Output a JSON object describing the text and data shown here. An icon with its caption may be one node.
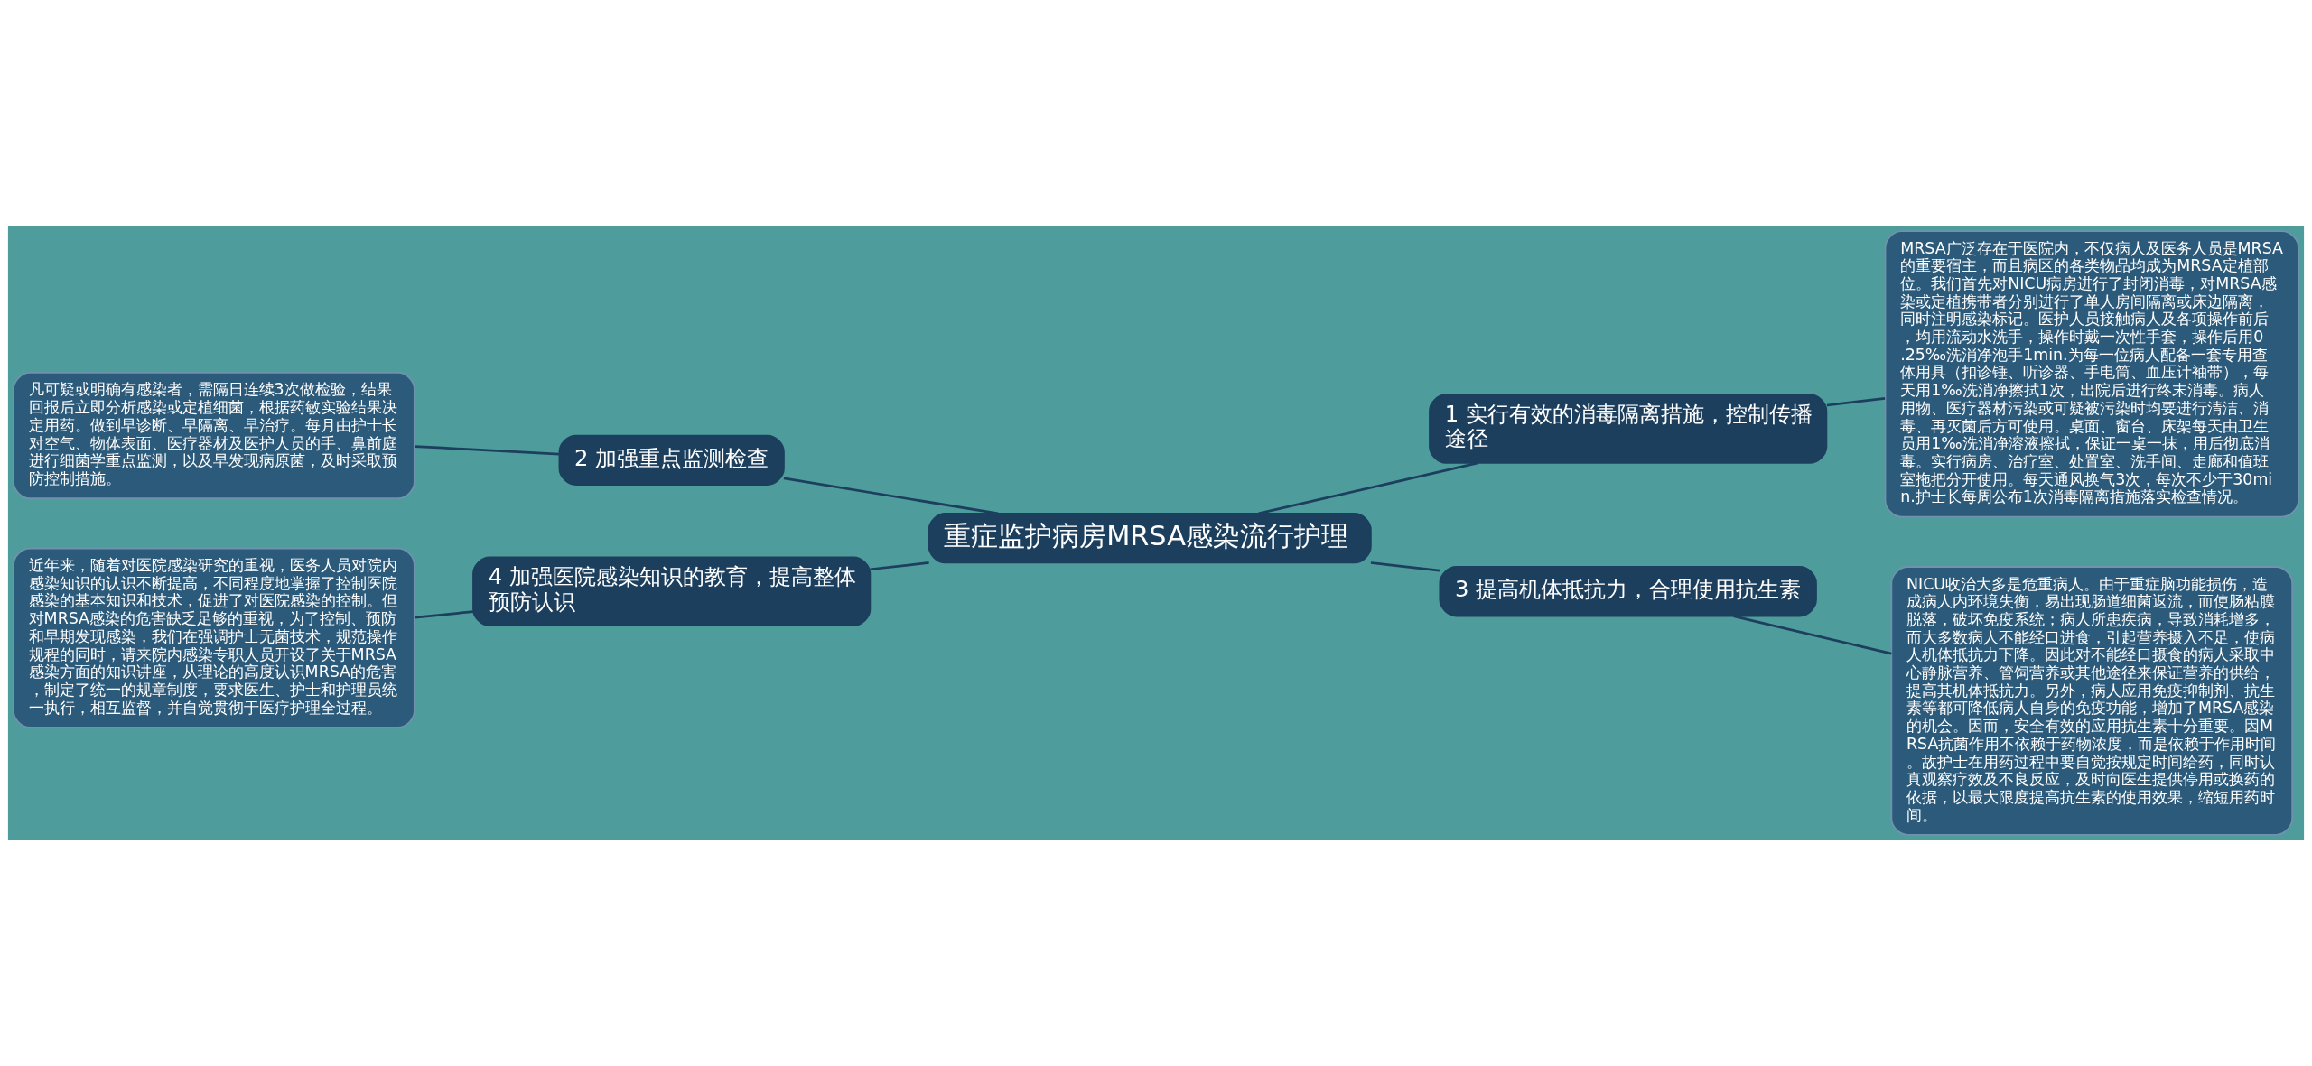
{
  "diagram": {
    "nodes": [
      {
        "text": [
          "重症监护病房MRSA感染流行护理"
        ]
      },
      {
        "text": [
          "1 实行有效的消毒隔离措施，控制传播途径"
        ]
      },
      {
        "text": [
          "MRSA广泛存在于医院内，不仅病人及医务人员是MRSA的重要宿主，而且病区的各类物品均成为MRSA定植部位。我们首先对NICU病房进行了封闭消毒，对MRSA感染或定植携带者分别进行了单人房间隔离或床边隔离，同时注明感染标记。医护人员接触病人及各项操作前后，均用流动水洗手，操作时戴一次性手套，操作后用0.25‰洗消净泡手1min.为每一位病人配备一套专用查体用具（扣诊锤、听诊器、手电筒、血压计袖带），每天用1‰洗消净擦拭1次，出院后进行终末消毒。病人用物、医疗器材污染或可疑被污染时均要进行清洁、消毒、再灭菌后方可使用。桌面、窗台、床架每天由卫生员用1‰洗消净溶液擦拭，保证一桌一抹，用后彻底消毒。实行病房、治疗室、处置室、洗手间、走廊和值班室拖把分开使用。每天通风换气3次，每次不少于30min.护士长每周公布1次消毒隔离措施落实检查情况。"
        ]
      },
      {
        "text": [
          "2 加强重点监测检查"
        ]
      },
      {
        "text": [
          "凡可疑或明确有感染者，需隔日连续3次做检验，结果回报后立即分析感染或定植细菌，根据药敏实验结果决定用药。做到早诊断、早隔离、早治疗。每月由护士长对空气、物体表面、医疗器材及医护人员的手、鼻前庭进行细菌学重点监测，以及早发现病原菌，及时采取预防控制措施。"
        ]
      },
      {
        "text": [
          "3 提高机体抵抗力，合理使用抗生素"
        ]
      },
      {
        "text": [
          "NICU收治大多是危重病人。由于重症脑功能损伤，造成病人内环境失衡，易出现肠道细菌返流，而使肠粘膜脱落，破坏免疫系统；病人所患疾病，导致消耗增多，而大多数病人不能经口进食，引起营养摄入不足，使病人机体抵抗力下降。因此对不能经口摄食的病人采取中心静脉营养、管饲营养或其他途径来保证营养的供给，提高其机体抵抗力。另外，病人应用免疫抑制剂、抗生素等都可降低病人自身的免疫功能，增加了MRSA感染的机会。因而，安全有效的应用抗生素十分重要。因MRSA抗菌作用不依赖于药物浓度，而是依赖于作用时间。故护士在用药过程中要自觉按规定时间给药，同时认真观察疗效及不良反应，及时向医生提供停用或换药的依据，以最大限度提高抗生素的使用效果，缩短用药时间。"
        ]
      },
      {
        "text": [
          "4 加强医院感染知识的教育，提高整体预防认识"
        ]
      },
      {
        "text": [
          "近年来，随着对医院感染研究的重视，医务人员对院内感染知识的认识不断提高，不同程度地掌握了控制医院感染的基本知识和技术，促进了对医院感染的控制。但对MRSA感染的危害缺乏足够的重视，为了控制、预防和早期发现感染，我们在强调护士无菌技术，规范操作规程的同时，请来院内感染专职人员开设了关于MRSA感染方面的知识讲座，从理论的高度认识MRSA的危害，制定了统一的规章制度，要求医生、护士和护理员统一执行，相互监督，并自觉贯彻于医疗护理全过程。"
        ]
      }
    ],
    "edges": [
      {
        "from": 0,
        "to": 1,
        "arrow": "none"
      },
      {
        "from": 1,
        "to": 2,
        "arrow": "none"
      },
      {
        "from": 0,
        "to": 3,
        "arrow": "none"
      },
      {
        "from": 3,
        "to": 4,
        "arrow": "none"
      },
      {
        "from": 0,
        "to": 5,
        "arrow": "none"
      },
      {
        "from": 5,
        "to": 6,
        "arrow": "none"
      },
      {
        "from": 0,
        "to": 7,
        "arrow": "none"
      },
      {
        "from": 7,
        "to": 8,
        "arrow": "none"
      }
    ]
  }
}
